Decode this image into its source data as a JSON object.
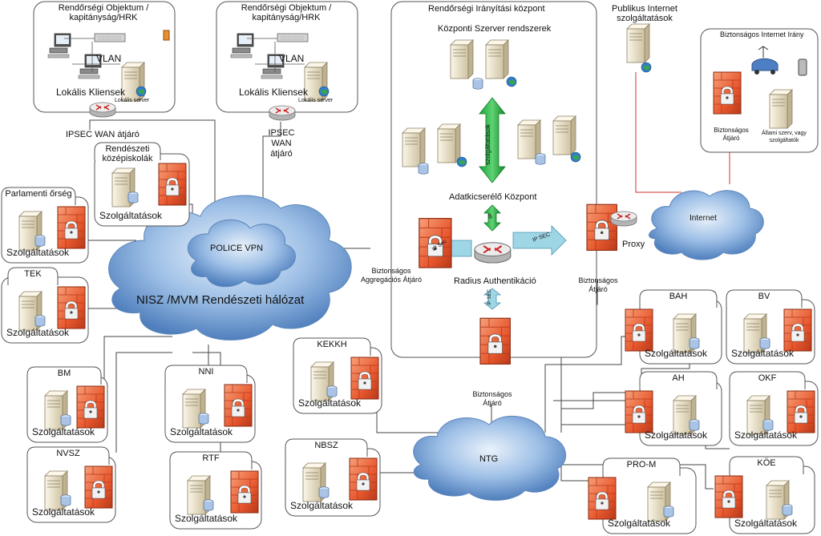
{
  "objects": [
    {
      "title": "Rendőrségi Objektum / kapitányság/HRK",
      "vlan": "VLAN",
      "clients": "Lokális Kliensek",
      "server": "Lokális server",
      "gateway": "IPSEC WAN átjáró"
    },
    {
      "title": "Rendőrségi Objektum / kapitányság/HRK",
      "vlan": "VLAN",
      "clients": "Lokális Kliensek",
      "server": "Lokális server",
      "gateway": "IPSEC WAN átjáró"
    }
  ],
  "center": {
    "title": "Rendőrségi Irányítási központ",
    "servers": "Központi Szerver rendszerek",
    "exchange_vertical": "szolgáltatások",
    "exchange": "Adatkicserélő Központ",
    "ip": "IP",
    "ipsec_left": "IP Sec",
    "ipsec_right": "IP SEC",
    "ipsec_bottom": "IP SEC",
    "radius": "Radius Authentikáció"
  },
  "gateways": {
    "aggregation": "Biztonságos Aggregációs Átjáró",
    "right": "Biztonságos Átjáró",
    "bottom": "Biztonságos Átjáró",
    "proxy": "Proxy"
  },
  "internet": {
    "public_services": "Publikus Internet szolgáltatások",
    "secure_title": "Biztonságos Internet Irány",
    "secure_gateway": "Biztonságos Átjáró",
    "state_org": "Állami szerv, vagy szolgáltatók",
    "cloud": "Internet"
  },
  "clouds": {
    "police_vpn": "POLICE VPN",
    "nisz": "NISZ /MVM Rendészeti hálózat",
    "ntg": "NTG"
  },
  "service_label": "Szolgáltatások",
  "sites": {
    "rendeszeti": "Rendészeti középiskolák",
    "parlamenti": "Parlamenti őrség",
    "tek": "TEK",
    "bm": "BM",
    "nvsz": "NVSZ",
    "nni": "NNI",
    "rtf": "RTF",
    "kekkh": "KEKKH",
    "nbsz": "NBSZ",
    "bah": "BAH",
    "bv": "BV",
    "ah": "AH",
    "okf": "OKF",
    "prom": "PRO-M",
    "koe": "KÖE"
  },
  "colors": {
    "firewall": "#e8582e",
    "server": "#efe6cf",
    "cloud": "#7fa8d8",
    "green_arrow": "#1aa63a",
    "ipsec_arrow": "#9fd6e6",
    "link": "#444444",
    "internet_link": "#d03030"
  }
}
